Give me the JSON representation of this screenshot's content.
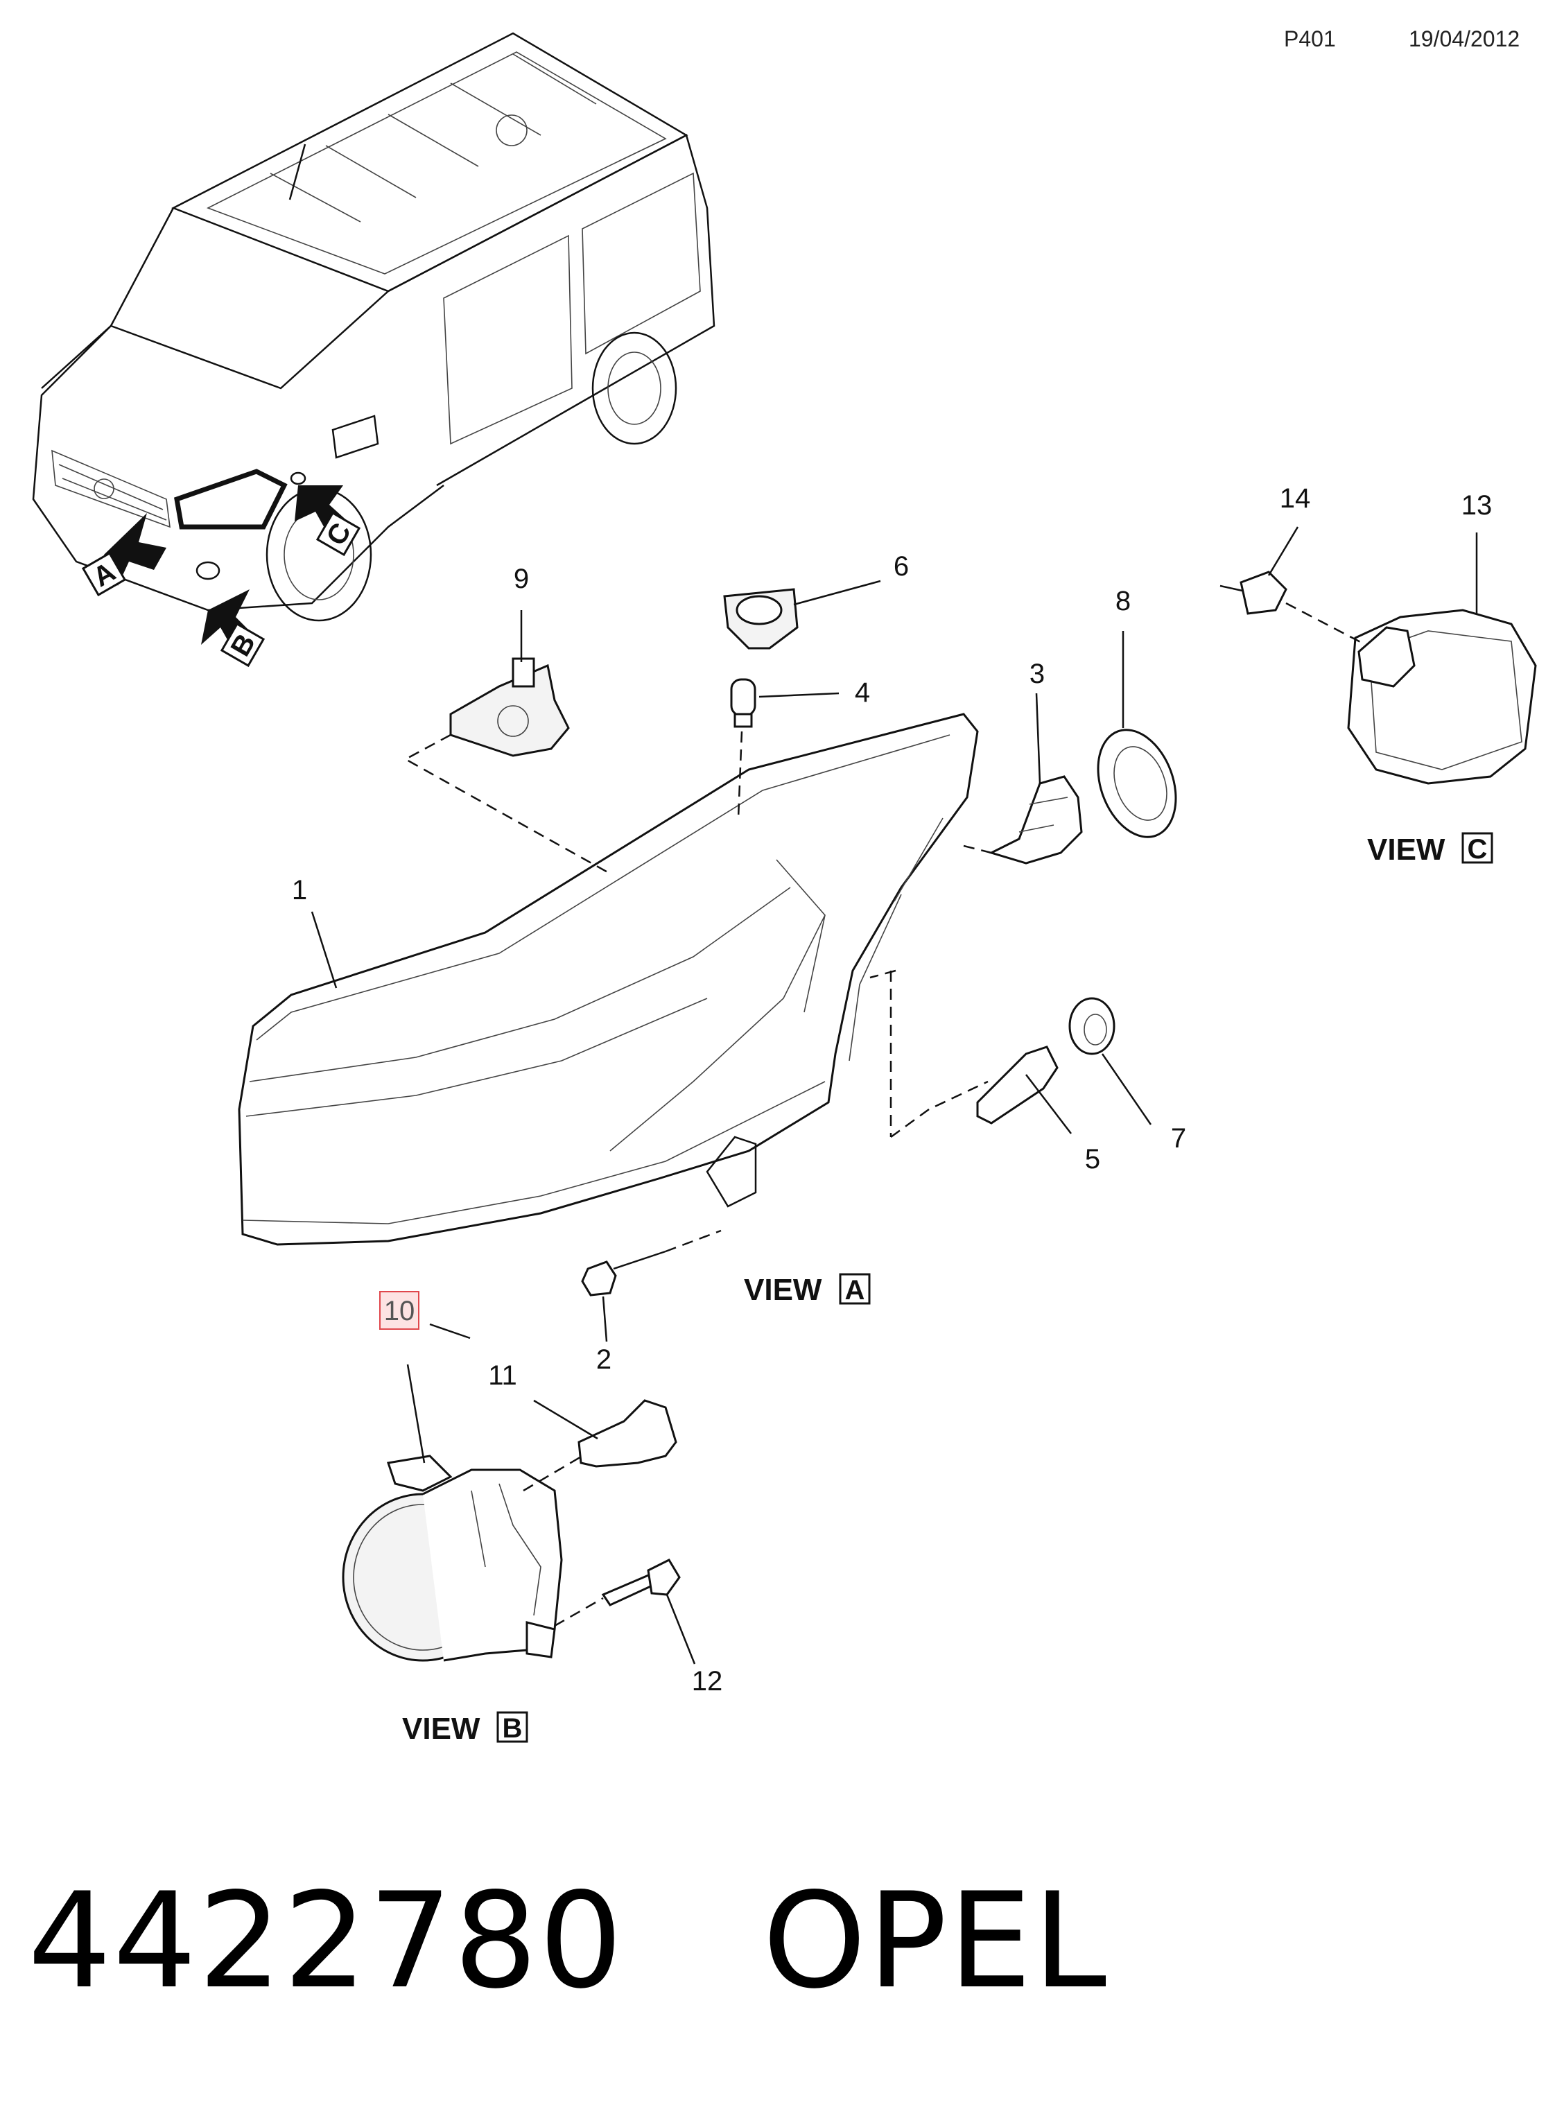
{
  "header": {
    "code": "P401",
    "date": "19/04/2012"
  },
  "footer": {
    "part_number": "4422780",
    "brand": "OPEL"
  },
  "views": [
    {
      "label": "VIEW",
      "letter": "A"
    },
    {
      "label": "VIEW",
      "letter": "B"
    },
    {
      "label": "VIEW",
      "letter": "C"
    }
  ],
  "arrow_letters": [
    "A",
    "B",
    "C"
  ],
  "callouts": [
    "1",
    "2",
    "3",
    "4",
    "5",
    "6",
    "7",
    "8",
    "9",
    "10",
    "11",
    "12",
    "13",
    "14"
  ],
  "highlight_color": "#e0474c"
}
